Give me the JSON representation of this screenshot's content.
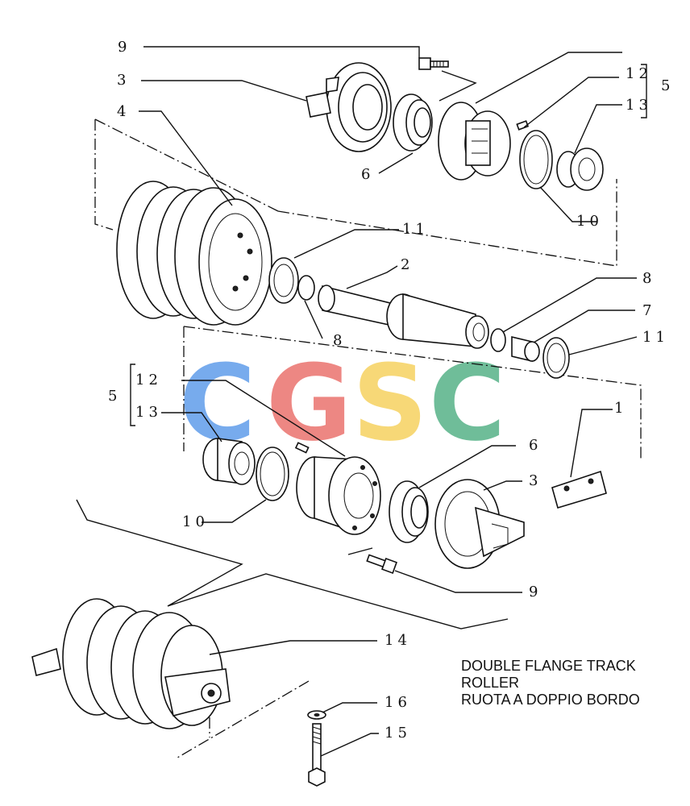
{
  "watermark": {
    "letters": [
      "C",
      "G",
      "S",
      "C"
    ],
    "colors": [
      "#4a8fe8",
      "#e8605a",
      "#f5cc4a",
      "#3fa878"
    ]
  },
  "labels": [
    {
      "id": "n9-top",
      "text": "9"
    },
    {
      "id": "n3-top",
      "text": "3"
    },
    {
      "id": "n4",
      "text": "4"
    },
    {
      "id": "n12-top",
      "text": "12"
    },
    {
      "id": "n5-top",
      "text": "5"
    },
    {
      "id": "n13-top",
      "text": "13"
    },
    {
      "id": "n6-top",
      "text": "6"
    },
    {
      "id": "n10-top",
      "text": "10"
    },
    {
      "id": "n11-left",
      "text": "11"
    },
    {
      "id": "n2",
      "text": "2"
    },
    {
      "id": "n8-right",
      "text": "8"
    },
    {
      "id": "n8-left",
      "text": "8"
    },
    {
      "id": "n7",
      "text": "7"
    },
    {
      "id": "n11-right",
      "text": "11"
    },
    {
      "id": "n1",
      "text": "1"
    },
    {
      "id": "n12-bottom",
      "text": "12"
    },
    {
      "id": "n5-bottom",
      "text": "5"
    },
    {
      "id": "n13-bottom",
      "text": "13"
    },
    {
      "id": "n6-bottom",
      "text": "6"
    },
    {
      "id": "n3-bottom",
      "text": "3"
    },
    {
      "id": "n10-bottom",
      "text": "10"
    },
    {
      "id": "n9-bottom",
      "text": "9"
    },
    {
      "id": "n14",
      "text": "14"
    },
    {
      "id": "n16",
      "text": "16"
    },
    {
      "id": "n15",
      "text": "15"
    }
  ],
  "caption": {
    "line1": "DOUBLE FLANGE TRACK",
    "line2": "ROLLER",
    "line3": "RUOTA A DOPPIO BORDO"
  }
}
